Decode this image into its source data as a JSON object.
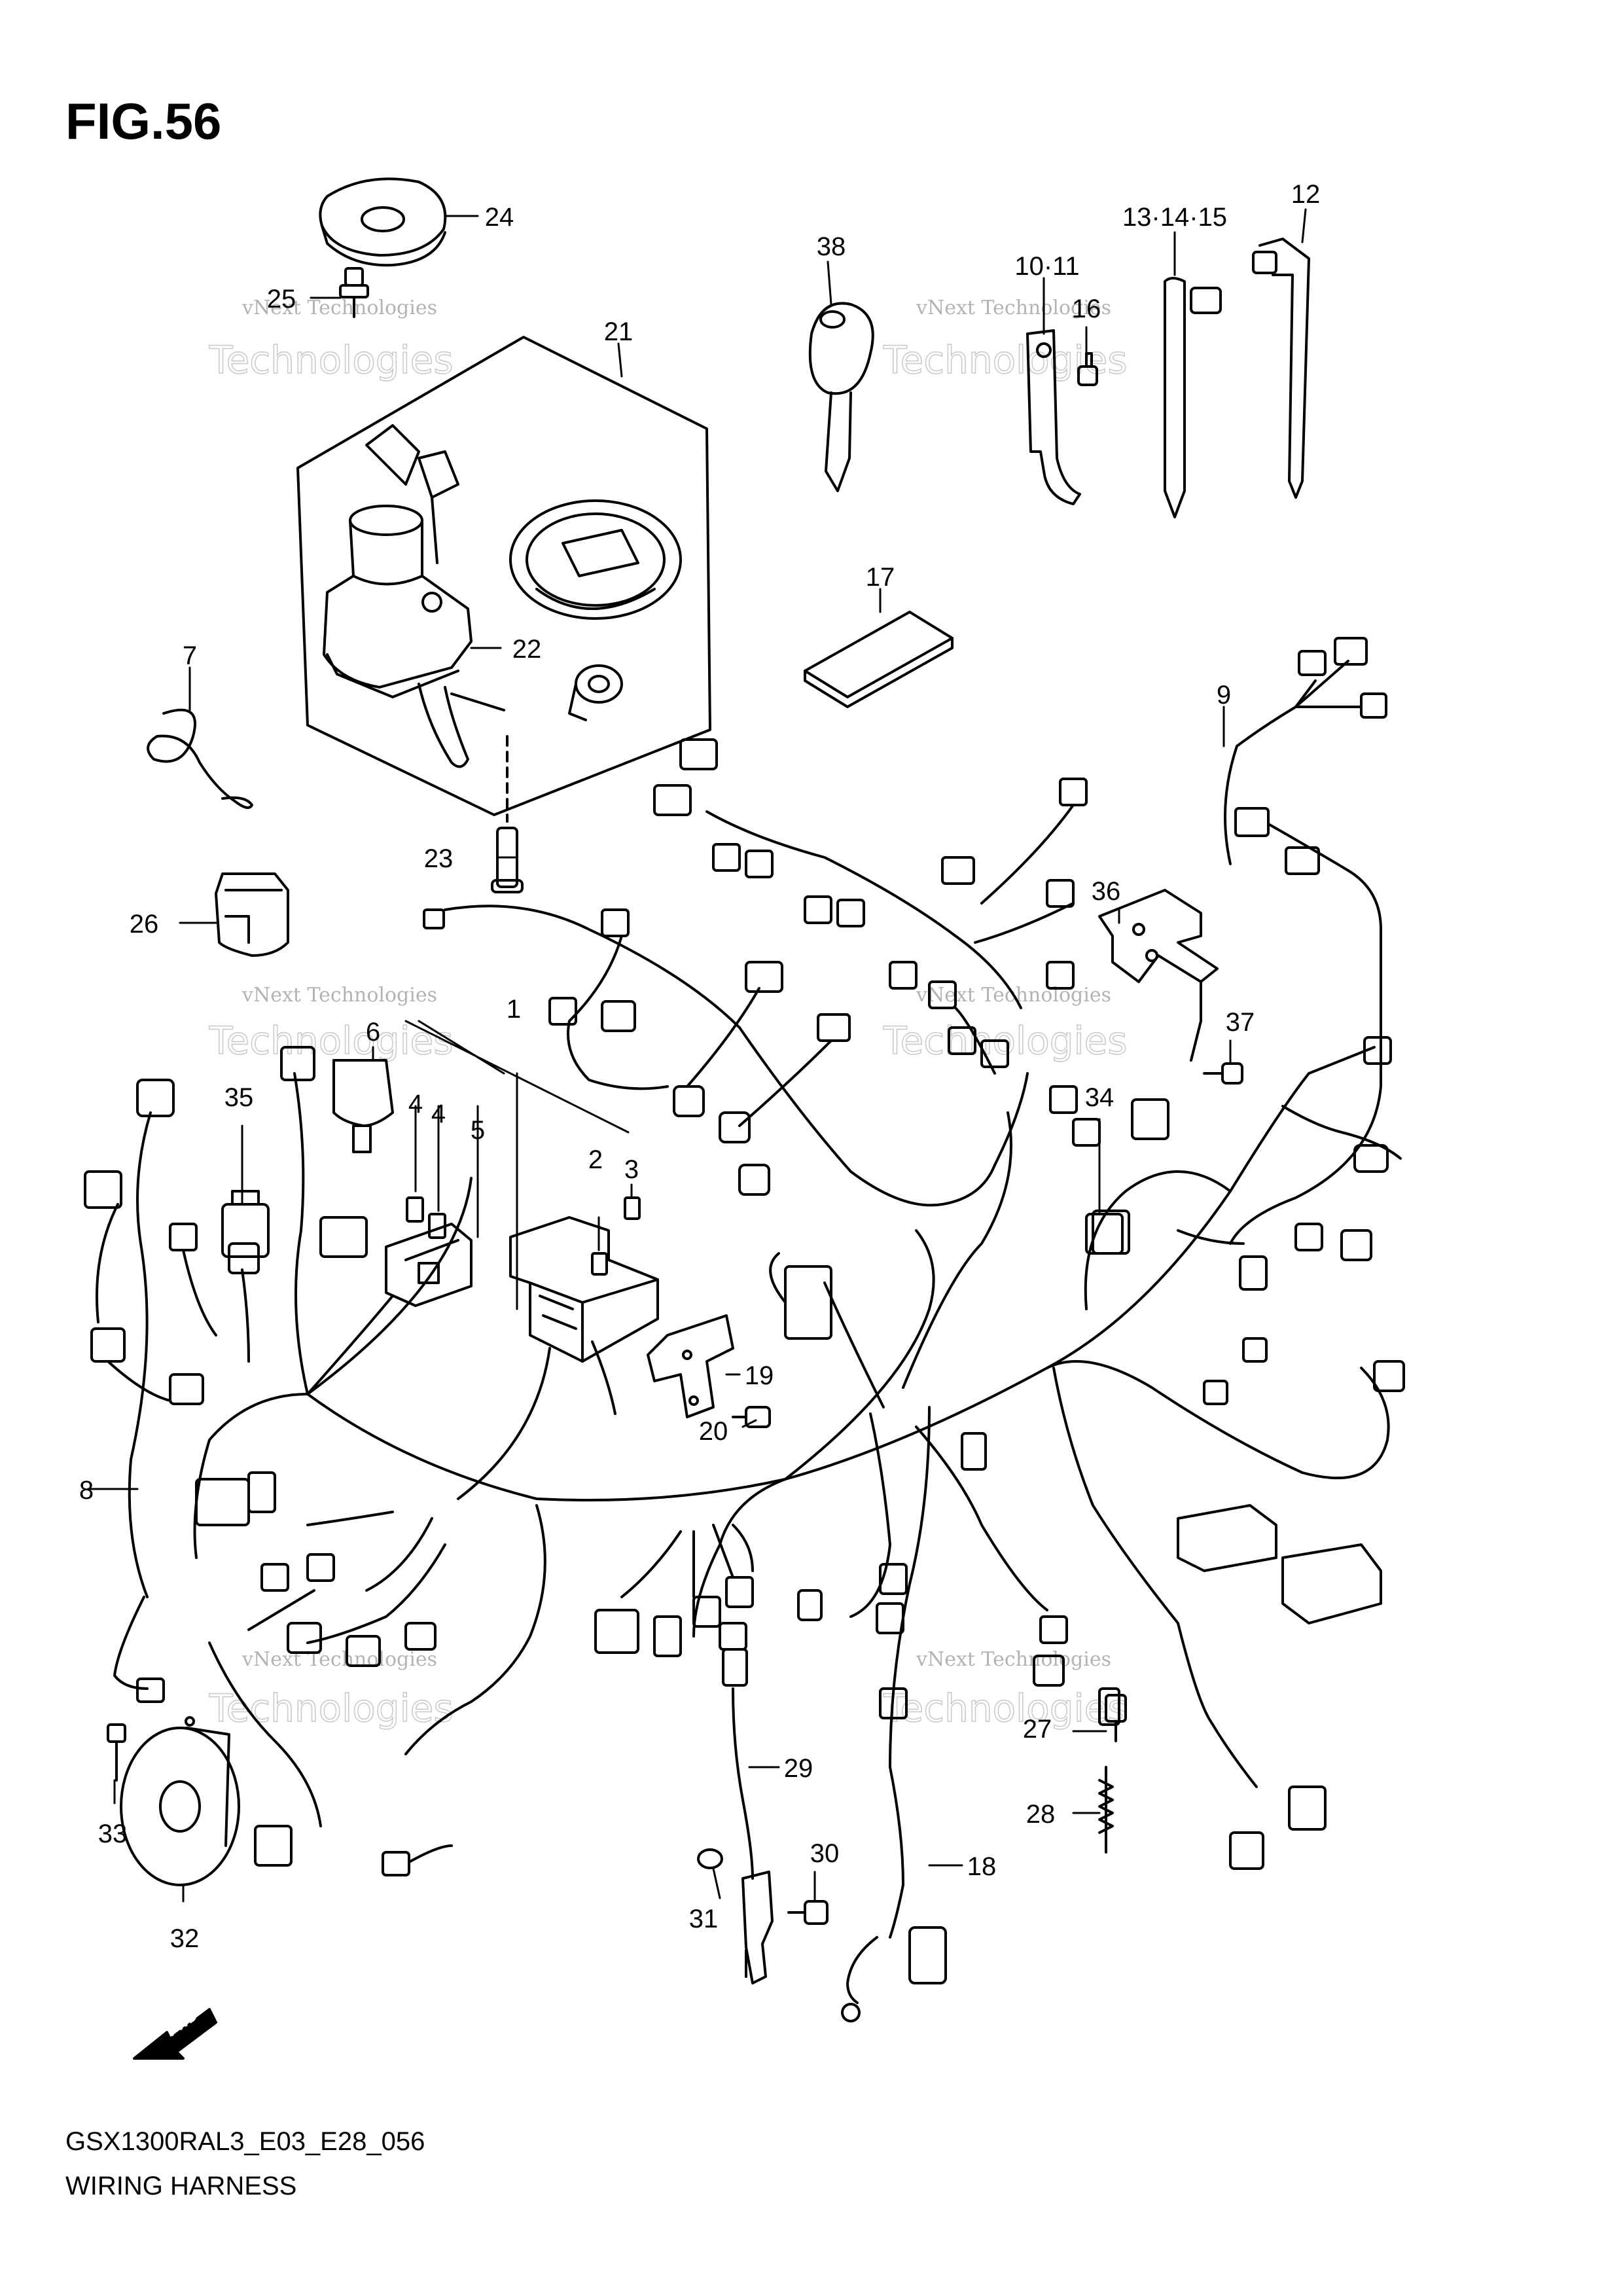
{
  "figure": {
    "title": "FIG.56",
    "model_code": "GSX1300RAL3_E03_E28_056",
    "name": "WIRING HARNESS"
  },
  "watermark": {
    "line1": "vNext Technologies",
    "line2": "Technologies"
  },
  "fwd_label": "FWD",
  "callouts": [
    "1",
    "2",
    "3",
    "4",
    "4",
    "5",
    "6",
    "7",
    "8",
    "9",
    "10·11",
    "12",
    "13·14·15",
    "16",
    "17",
    "18",
    "19",
    "20",
    "21",
    "22",
    "23",
    "24",
    "25",
    "26",
    "27",
    "28",
    "29",
    "30",
    "31",
    "32",
    "33",
    "34",
    "35",
    "36",
    "37",
    "38"
  ]
}
